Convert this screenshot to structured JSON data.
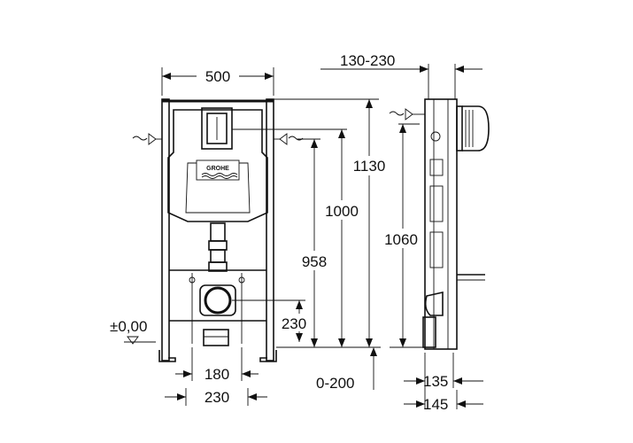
{
  "diagram": {
    "brand_logo": "GROHE",
    "floor_level_label": "±0,00",
    "dimensions": {
      "frame_width": "500",
      "wall_depth_range": "130-230",
      "total_height": "1130",
      "height_1000": "1000",
      "height_1060": "1060",
      "height_958": "958",
      "height_230": "230",
      "bottom_180": "180",
      "bottom_230": "230",
      "floor_offset": "0-200",
      "depth_135": "135",
      "depth_145": "145"
    }
  }
}
